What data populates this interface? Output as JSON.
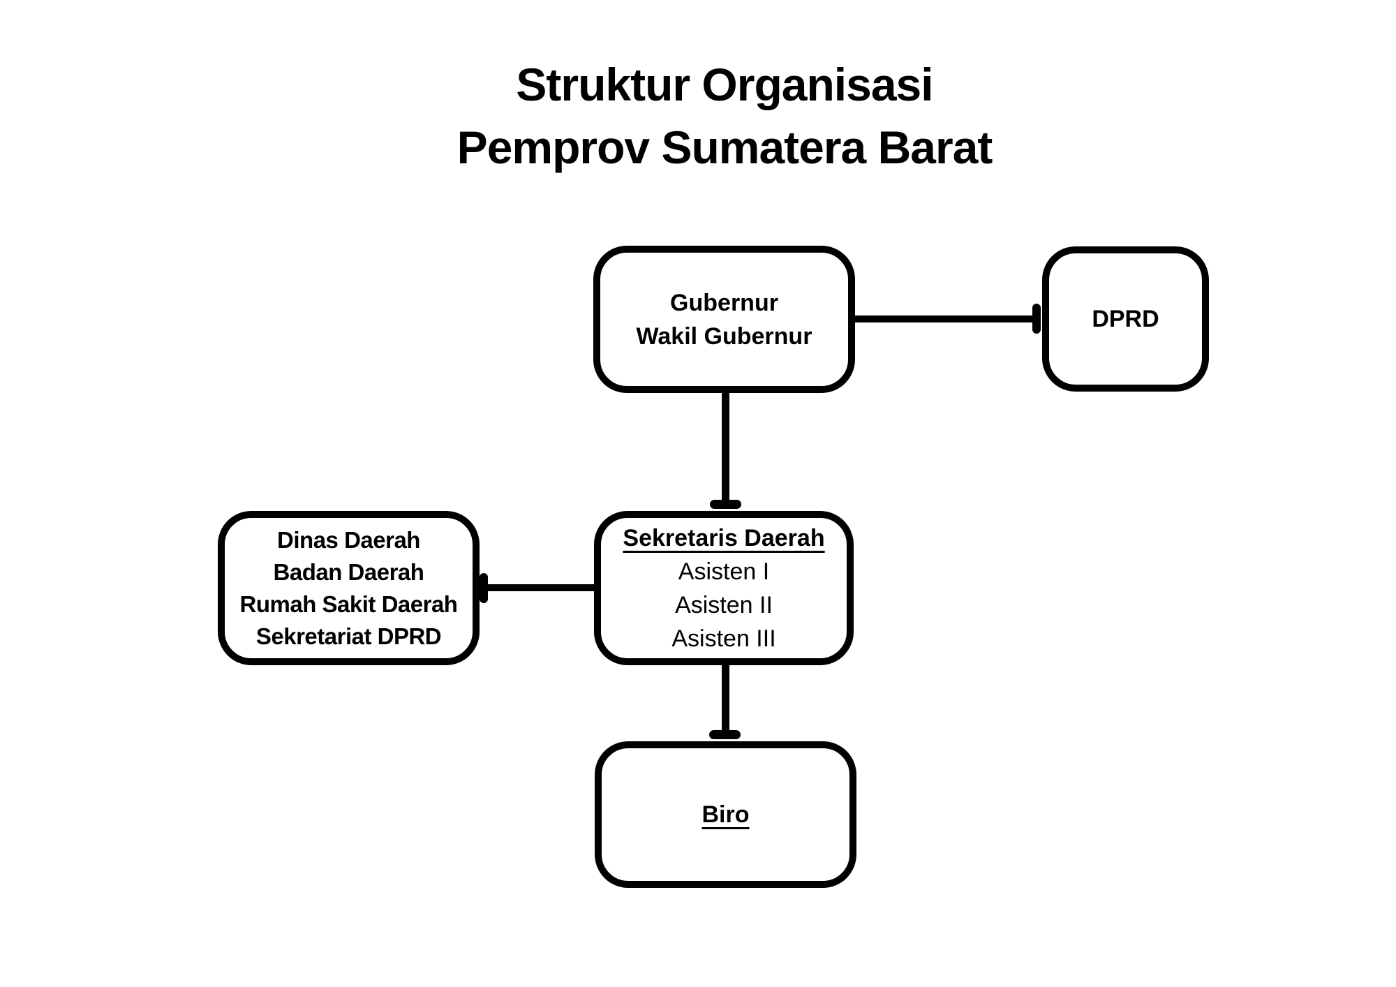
{
  "title": {
    "line1": "Struktur Organisasi",
    "line2": "Pemprov Sumatera Barat"
  },
  "nodes": {
    "gubernur": {
      "lines": [
        "Gubernur",
        "Wakil Gubernur"
      ]
    },
    "dprd": {
      "label": "DPRD"
    },
    "sekretaris": {
      "heading": "Sekretaris Daerah",
      "lines": [
        "Asisten I",
        "Asisten II",
        "Asisten III"
      ]
    },
    "dinas": {
      "lines": [
        "Dinas Daerah",
        "Badan Daerah",
        "Rumah Sakit Daerah",
        "Sekretariat DPRD"
      ]
    },
    "biro": {
      "label": "Biro"
    }
  },
  "edges": [
    {
      "from": "Gubernur / Wakil Gubernur",
      "to": "DPRD",
      "connector": "tee-capped-line"
    },
    {
      "from": "Gubernur / Wakil Gubernur",
      "to": "Sekretaris Daerah",
      "connector": "tee-capped-line"
    },
    {
      "from": "Sekretaris Daerah",
      "to": "Dinas Daerah / Badan Daerah / Rumah Sakit Daerah / Sekretariat DPRD",
      "connector": "tee-capped-line"
    },
    {
      "from": "Sekretaris Daerah",
      "to": "Biro",
      "connector": "tee-capped-line"
    }
  ],
  "colors": {
    "background": "#ffffff",
    "stroke": "#000000",
    "text": "#000000"
  }
}
